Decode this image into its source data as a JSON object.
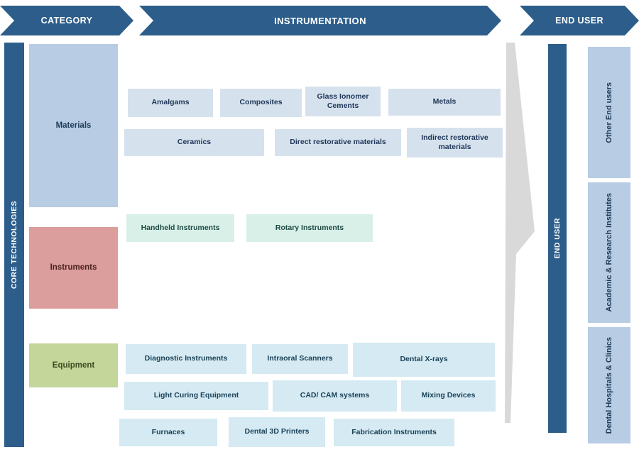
{
  "header": {
    "banners": [
      {
        "label": "CATEGORY"
      },
      {
        "label": "INSTRUMENTATION"
      },
      {
        "label": "END USER"
      }
    ]
  },
  "left_rail": {
    "label": "CORE TECHNOLOGIES"
  },
  "right_rail": {
    "label": "END USER"
  },
  "categories": [
    {
      "label": "Materials",
      "color": "#b8cce4"
    },
    {
      "label": "Instruments",
      "color": "#dc9d9d"
    },
    {
      "label": "Equipment",
      "color": "#c5d69a"
    }
  ],
  "instrumentation": {
    "materials": {
      "box_color": "#d5e2ee",
      "rows": [
        [
          "Amalgams",
          "Composites",
          "Glass Ionomer Cements",
          "Metals"
        ],
        [
          "Ceramics",
          "Direct restorative materials",
          "Indirect restorative materials"
        ]
      ]
    },
    "instruments": {
      "box_color": "#d8f0e7",
      "rows": [
        [
          "Handheld Instruments",
          "Rotary Instruments"
        ]
      ]
    },
    "equipment": {
      "box_color": "#d5eaf3",
      "rows": [
        [
          "Diagnostic Instruments",
          "Intraoral Scanners",
          "Dental X-rays"
        ],
        [
          "Light Curing Equipment",
          "CAD/ CAM systems",
          "Mixing Devices"
        ],
        [
          "Furnaces",
          "Dental 3D Printers",
          "Fabrication  Instruments"
        ]
      ]
    }
  },
  "end_users": {
    "box_color": "#b8cce4",
    "items": [
      {
        "label": "Other End users"
      },
      {
        "label": "Academic & Research Institutes"
      },
      {
        "label": "Dental Hospitals & Clinics"
      }
    ]
  },
  "colors": {
    "banner_blue": "#2d5e8b",
    "arrow_grey": "#d9d9d9"
  }
}
